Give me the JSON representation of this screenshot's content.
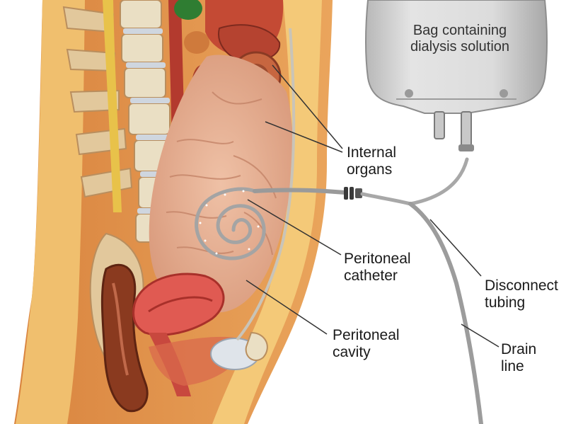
{
  "bag": {
    "line1": "Bag containing",
    "line2": "dialysis solution"
  },
  "labels": {
    "internal_organs": {
      "line1": "Internal",
      "line2": "organs"
    },
    "peritoneal_catheter": {
      "line1": "Peritoneal",
      "line2": "catheter"
    },
    "disconnect_tubing": {
      "line1": "Disconnect",
      "line2": "tubing"
    },
    "peritoneal_cavity": {
      "line1": "Peritoneal",
      "line2": "cavity"
    },
    "drain_line": {
      "line1": "Drain",
      "line2": "line"
    }
  },
  "colors": {
    "skin": "#e9a25a",
    "fat": "#f2c77a",
    "spine": "#e8dcc0",
    "intestine": "#e8b093",
    "organ_red": "#c0392b",
    "bag": "#d8d8d8",
    "tube": "#9a9a9a"
  }
}
